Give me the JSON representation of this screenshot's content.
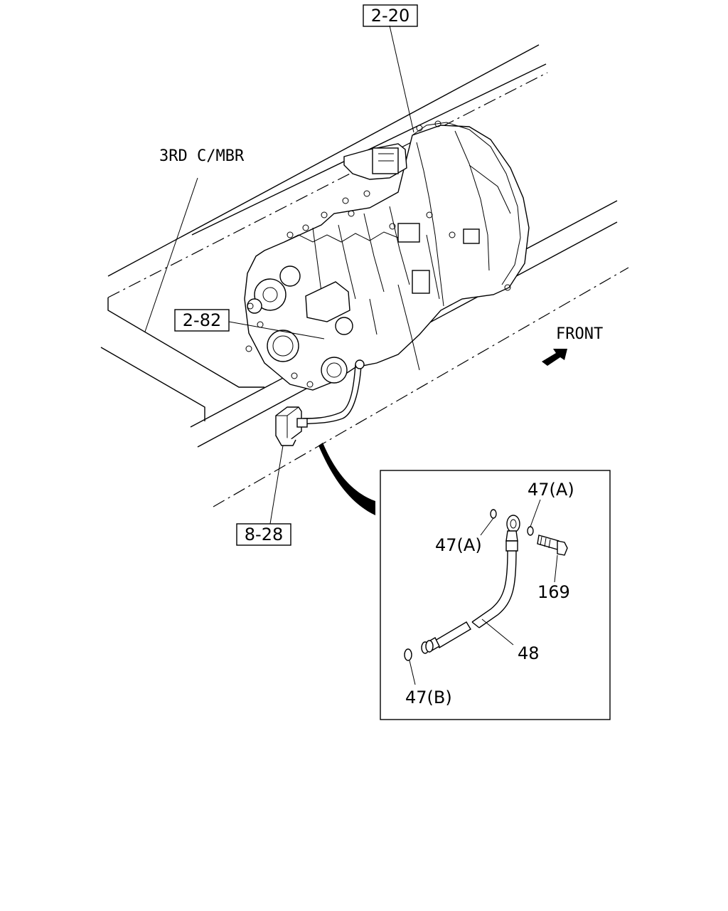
{
  "labels": {
    "ref_2_20": "2-20",
    "ref_2_82": "2-82",
    "ref_8_28": "8-28",
    "third_crossmember": "3RD C/MBR",
    "front": "FRONT"
  },
  "inset": {
    "part_47a_top": "47(A)",
    "part_47a_left": "47(A)",
    "part_169": "169",
    "part_48": "48",
    "part_47b": "47(B)"
  },
  "icons": {
    "front_arrow": "arrow-front-icon"
  }
}
